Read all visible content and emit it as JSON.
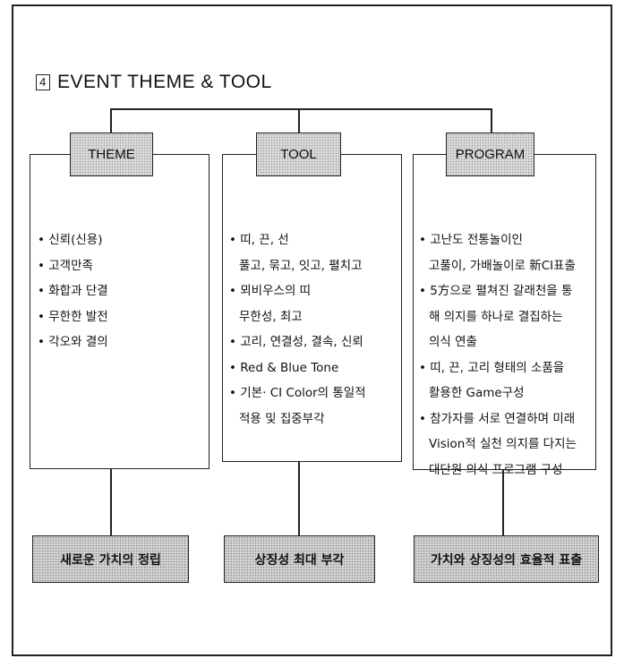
{
  "title": {
    "number": "4",
    "text": "EVENT THEME & TOOL"
  },
  "columns": [
    {
      "header": "THEME",
      "items": [
        {
          "bullet": true,
          "text": "신뢰(신용)"
        },
        {
          "bullet": true,
          "text": "고객만족"
        },
        {
          "bullet": true,
          "text": "화합과 단결"
        },
        {
          "bullet": true,
          "text": "무한한 발전"
        },
        {
          "bullet": true,
          "text": "각오와 결의"
        }
      ],
      "result": "새로운 가치의 정립"
    },
    {
      "header": "TOOL",
      "items": [
        {
          "bullet": true,
          "text": "띠, 끈, 선"
        },
        {
          "bullet": false,
          "text": "풀고, 묶고, 잇고, 펼치고"
        },
        {
          "bullet": true,
          "text": "뫼비우스의 띠"
        },
        {
          "bullet": false,
          "text": "무한성, 최고"
        },
        {
          "bullet": true,
          "text": "고리, 연결성, 결속, 신뢰"
        },
        {
          "bullet": true,
          "text": "Red & Blue Tone"
        },
        {
          "bullet": true,
          "text": "기본· CI Color의 통일적"
        },
        {
          "bullet": false,
          "text": "적용 및 집중부각"
        }
      ],
      "result": "상징성 최대 부각"
    },
    {
      "header": "PROGRAM",
      "items": [
        {
          "bullet": true,
          "text": "고난도 전통놀이인"
        },
        {
          "bullet": false,
          "text": "고풀이, 가배놀이로 新CI표출"
        },
        {
          "bullet": true,
          "text": "5方으로 펼쳐진 갈래천을 통"
        },
        {
          "bullet": false,
          "text": "해 의지를 하나로 결집하는"
        },
        {
          "bullet": false,
          "text": "의식 연출"
        },
        {
          "bullet": true,
          "text": "띠, 끈, 고리 형태의 소품을"
        },
        {
          "bullet": false,
          "text": "활용한 Game구성"
        },
        {
          "bullet": true,
          "text": "참가자를 서로 연결하며 미래"
        },
        {
          "bullet": false,
          "text": "Vision적 실천 의지를 다지는"
        },
        {
          "bullet": false,
          "text": "대단원 의식 프로그램 구성"
        }
      ],
      "result": "가치와 상징성의 효율적 표출"
    }
  ]
}
